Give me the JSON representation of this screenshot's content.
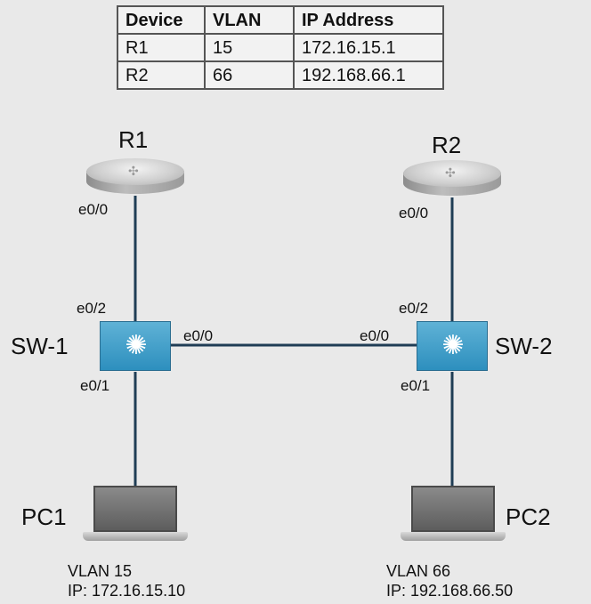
{
  "table": {
    "headers": [
      "Device",
      "VLAN",
      "IP Address"
    ],
    "rows": [
      [
        "R1",
        "15",
        "172.16.15.1"
      ],
      [
        "R2",
        "66",
        "192.168.66.1"
      ]
    ]
  },
  "devices": {
    "r1": {
      "name": "R1",
      "icon": "router-icon"
    },
    "r2": {
      "name": "R2",
      "icon": "router-icon"
    },
    "sw1": {
      "name": "SW-1",
      "icon": "switch-icon"
    },
    "sw2": {
      "name": "SW-2",
      "icon": "switch-icon"
    },
    "pc1": {
      "name": "PC1",
      "icon": "laptop-icon",
      "vlan": "VLAN 15",
      "ip": "IP: 172.16.15.10"
    },
    "pc2": {
      "name": "PC2",
      "icon": "laptop-icon",
      "vlan": "VLAN 66",
      "ip": "IP: 192.168.66.50"
    }
  },
  "interfaces": {
    "r1_e00": "e0/0",
    "r2_e00": "e0/0",
    "sw1_e02": "e0/2",
    "sw1_e00": "e0/0",
    "sw1_e01": "e0/1",
    "sw2_e02": "e0/2",
    "sw2_e00": "e0/0",
    "sw2_e01": "e0/1"
  },
  "colors": {
    "link": "#1f3d55",
    "switch": "#3a9ccb",
    "router": "#bdbdbd"
  }
}
